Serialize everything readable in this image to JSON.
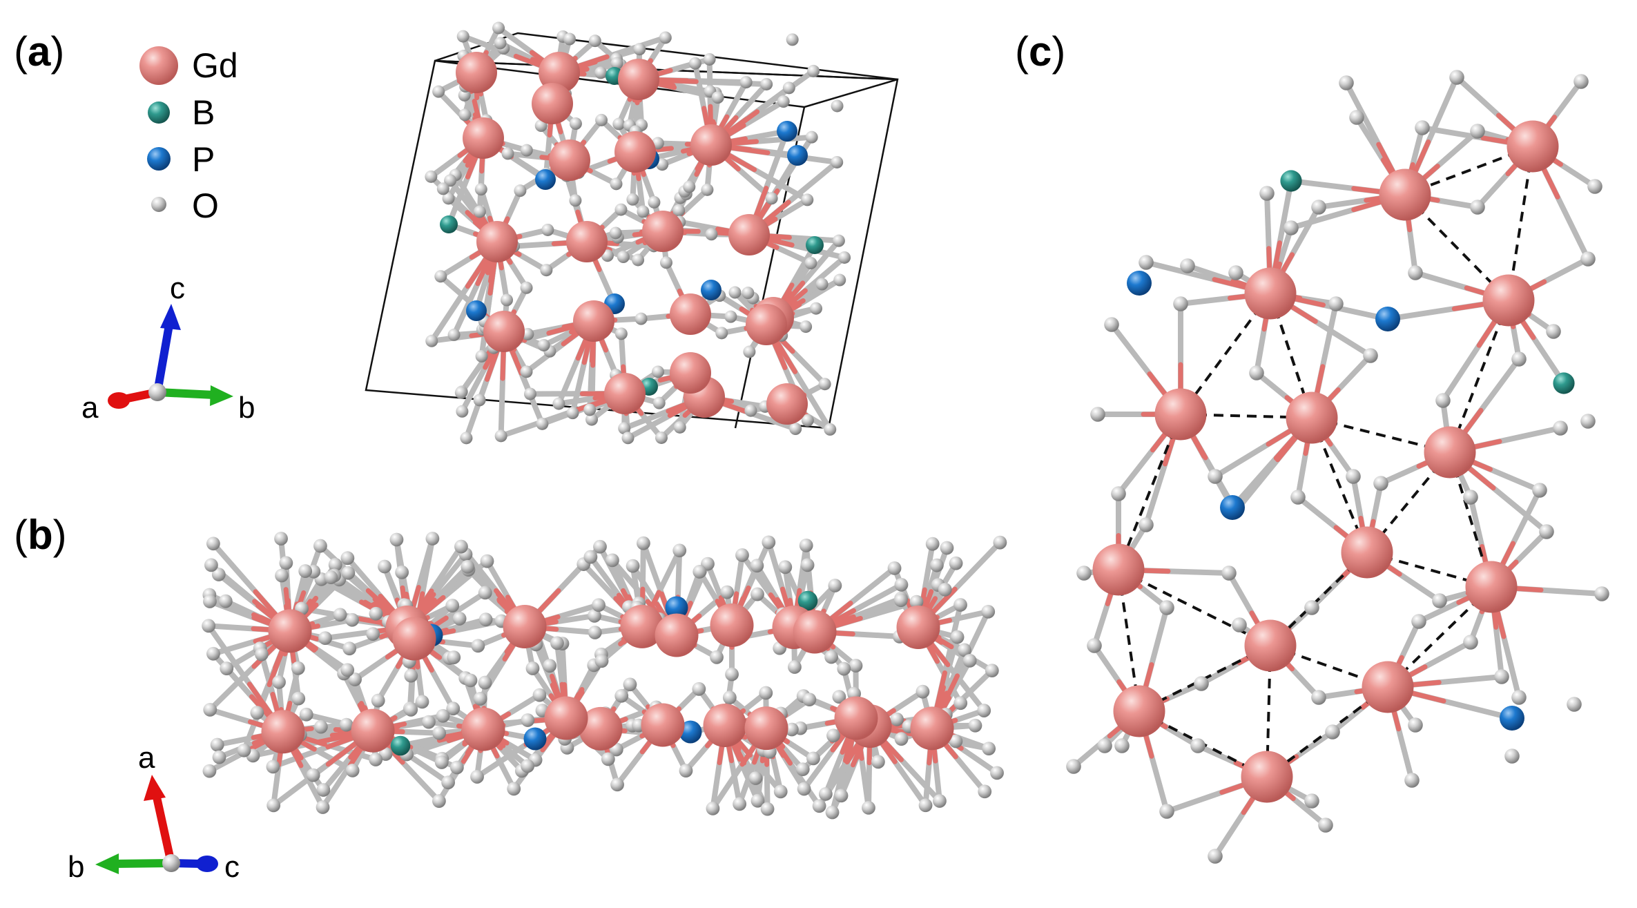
{
  "figure": {
    "panels": [
      {
        "id": "a",
        "label": "(a)",
        "letter": "a"
      },
      {
        "id": "b",
        "label": "(b)",
        "letter": "b"
      },
      {
        "id": "c",
        "label": "(c)",
        "letter": "c"
      }
    ],
    "legend": [
      {
        "element": "Gd",
        "color": "#e8837f"
      },
      {
        "element": "B",
        "color": "#2a8f84"
      },
      {
        "element": "P",
        "color": "#1a6fc4"
      },
      {
        "element": "O",
        "color": "#c8c8c8"
      }
    ],
    "axes_a": {
      "c": "c",
      "a": "a",
      "b": "b"
    },
    "axes_b": {
      "a": "a",
      "b": "b",
      "c": "c"
    },
    "colors": {
      "Gd": "#e8837f",
      "B": "#2a8f84",
      "P": "#1a6fc4",
      "O": "#c8c8c8",
      "bond": "#b9b9b9",
      "bond_gd": "#e0706c",
      "axis_red": "#e01010",
      "axis_green": "#20b020",
      "axis_blue": "#1020d0"
    }
  }
}
